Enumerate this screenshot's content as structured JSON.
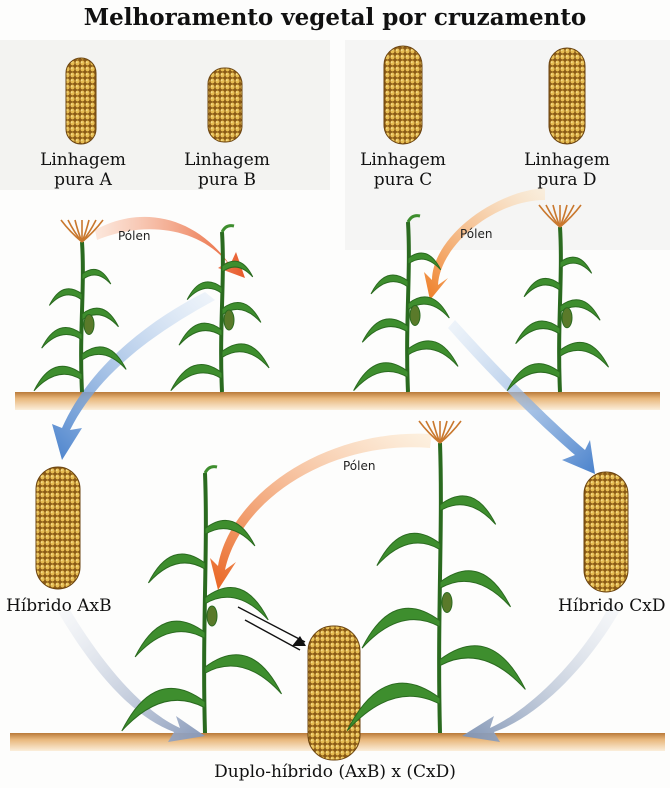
{
  "title": "Melhoramento vegetal por cruzamento",
  "lines": [
    {
      "label1": "Linhagem",
      "label2": "pura A"
    },
    {
      "label1": "Linhagem",
      "label2": "pura B"
    },
    {
      "label1": "Linhagem",
      "label2": "pura C"
    },
    {
      "label1": "Linhagem",
      "label2": "pura D"
    }
  ],
  "pollen_label": "Pólen",
  "hybrid_ab": "Híbrido AxB",
  "hybrid_cd": "Híbrido CxD",
  "double_hybrid": "Duplo-híbrido (AxB) x (CxD)",
  "colors": {
    "soil_top": "#c58a4a",
    "soil_bottom": "#f1d6b0",
    "leaf": "#3e8e2e",
    "leaf_dark": "#2a6a1f",
    "kernel": "#e3b64a",
    "kernel_dark": "#8a5a16",
    "pollen_orange": "#ef8a3c",
    "arrow_blue": "#5a8fd0"
  }
}
